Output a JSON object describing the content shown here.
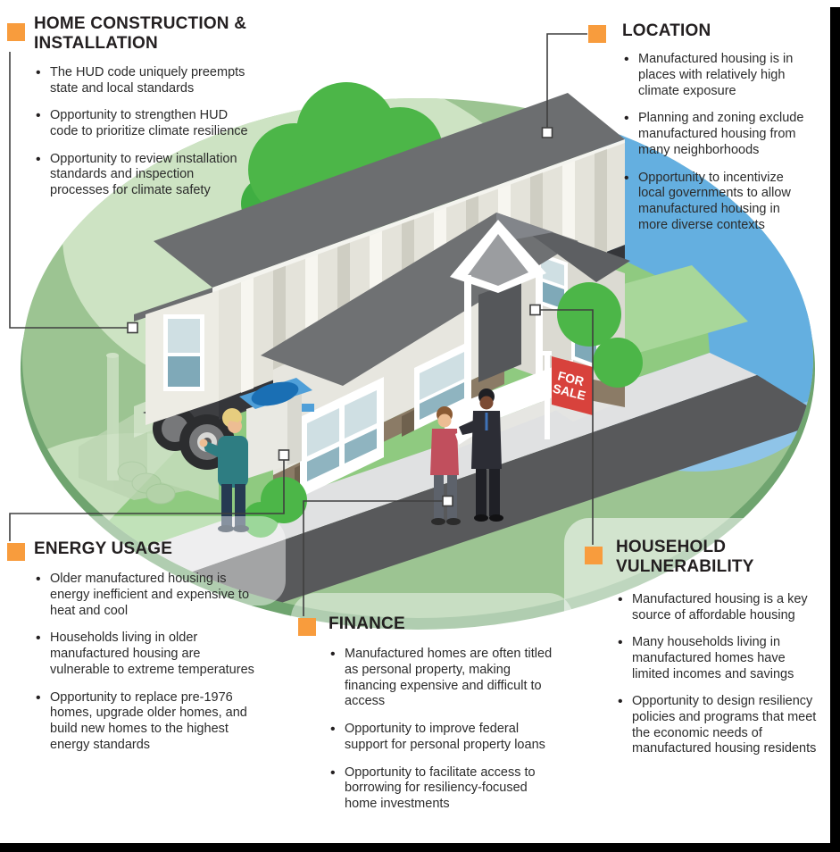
{
  "accent_color": "#F89C3D",
  "sign_color": "#D8423C",
  "palette": {
    "ellipse_green": "#9CC492",
    "ellipse_rim_green": "#6FA46F",
    "pale_green_wash": "#CDE3C3",
    "lawn_green": "#8FCA80",
    "tree_green": "#4CB648",
    "water_blue": "#64AFE0",
    "light_blue": "#8FC4E8",
    "road_gray": "#58595B",
    "sidewalk_gray": "#E0E1E2",
    "roof_gray": "#6C6E70",
    "wall_cream": "#E7E6DF",
    "heading_color": "#231F20"
  },
  "sections": {
    "home_construction": {
      "title": "HOME CONSTRUCTION & INSTALLATION",
      "bullets": [
        "The HUD code uniquely preempts state and local standards",
        "Opportunity to strengthen HUD code to prioritize climate resilience",
        "Opportunity to review installation standards and inspection processes for climate safety"
      ]
    },
    "location": {
      "title": "LOCATION",
      "bullets": [
        "Manufactured housing is in places with relatively high climate exposure",
        "Planning and zoning exclude manufactured housing from many neighborhoods",
        "Opportunity to incentivize local governments to allow manufactured housing in more diverse contexts"
      ]
    },
    "energy_usage": {
      "title": "ENERGY USAGE",
      "bullets": [
        "Older manufactured housing is energy inefficient and expensive to heat and cool",
        "Households living in older manufactured housing are vulnerable to extreme temperatures",
        "Opportunity to replace pre-1976 homes, upgrade older homes, and build new homes to the highest energy standards"
      ]
    },
    "finance": {
      "title": "FINANCE",
      "bullets": [
        "Manufactured homes are often titled as personal property, making financing expensive and difficult to access",
        "Opportunity to improve federal support for personal property loans",
        "Opportunity to facilitate access to borrowing for resiliency-focused home investments"
      ]
    },
    "household_vulnerability": {
      "title": "HOUSEHOLD VULNERABILITY",
      "bullets": [
        "Manufactured housing is a key source of affordable housing",
        "Many households living in manufactured homes have limited incomes and savings",
        "Opportunity to design resiliency policies and programs that meet the economic needs of manufactured housing residents"
      ]
    }
  },
  "illustration": {
    "sale_sign_line1": "FOR",
    "sale_sign_line2": "SALE"
  }
}
